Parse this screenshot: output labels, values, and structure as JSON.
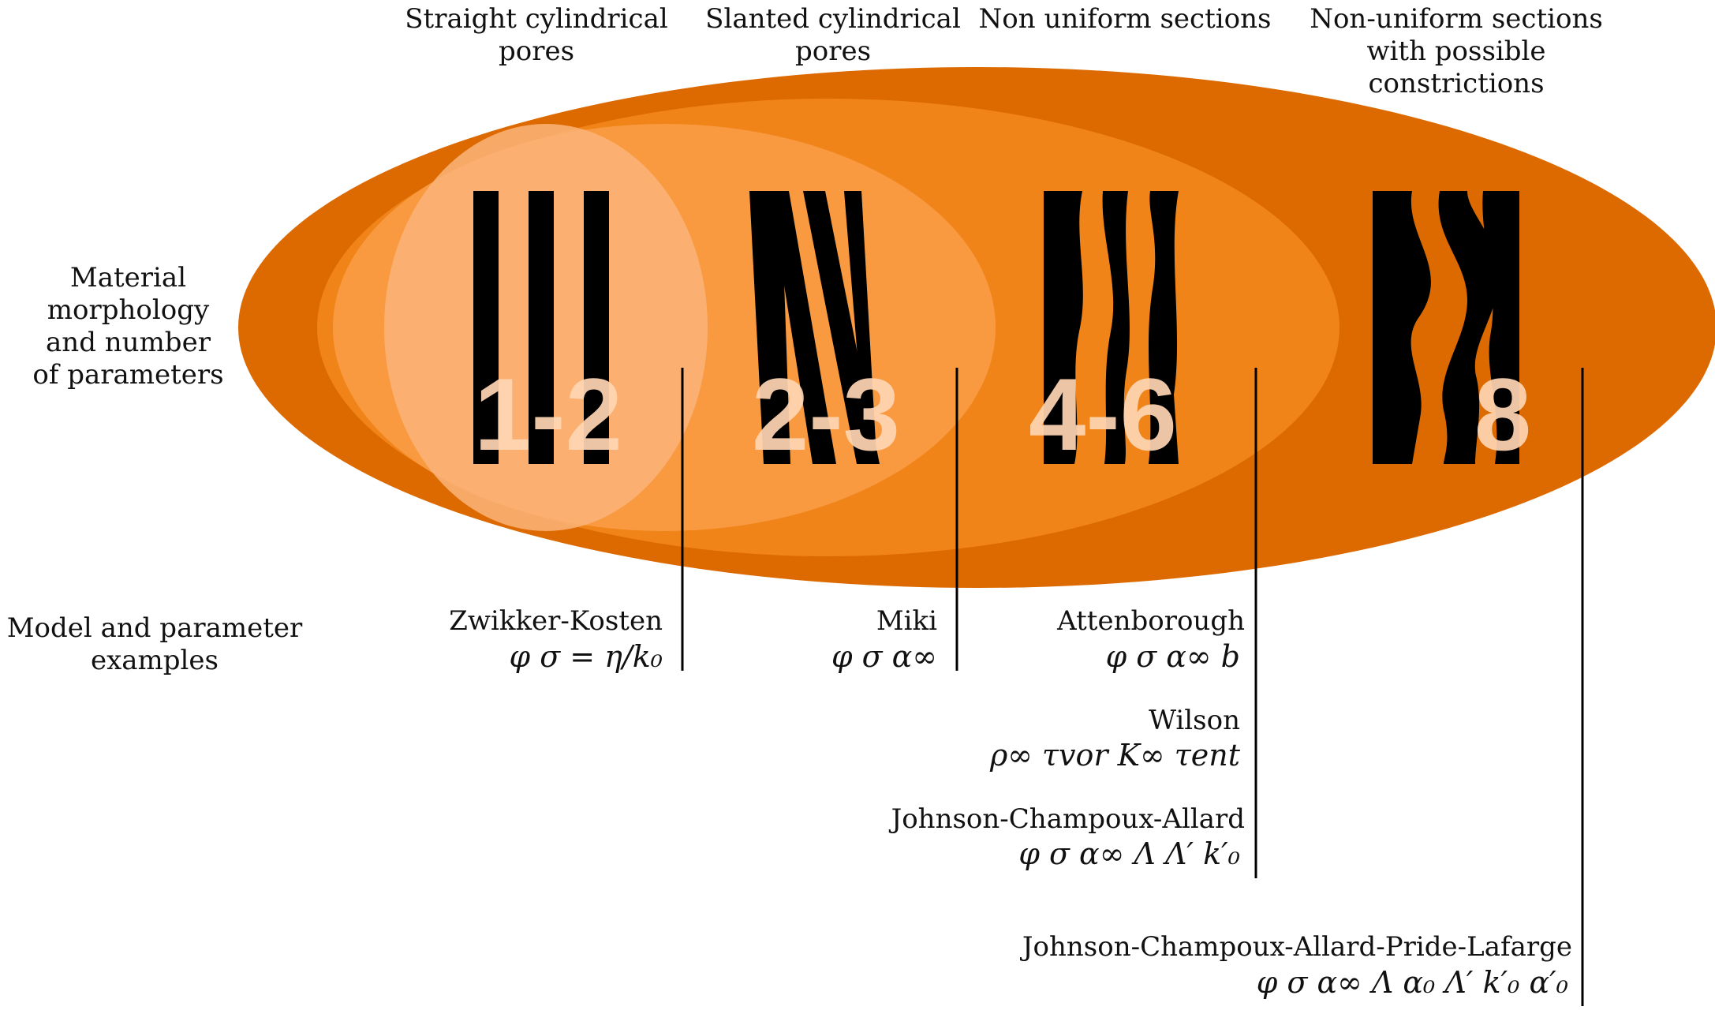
{
  "headers": [
    "Straight cylindrical\npores",
    "Slanted cylindrical\npores",
    "Non uniform sections",
    "Non-uniform sections\nwith possible\nconstrictions"
  ],
  "left_labels": {
    "morphology": "Material\nmorphology\nand number\nof parameters",
    "model": "Model and parameter\nexamples"
  },
  "param_counts": [
    "1-2",
    "2-3",
    "4-6",
    "8"
  ],
  "models": [
    {
      "name": "Zwikker-Kosten",
      "params": "φ σ = η/k₀"
    },
    {
      "name": "Miki",
      "params": "φ σ α∞"
    },
    {
      "name": "Attenborough",
      "params": "φ σ α∞ b"
    },
    {
      "name": "Wilson",
      "params": "ρ∞ τvor K∞ τent"
    },
    {
      "name": "Johnson-Champoux-Allard",
      "params": "φ σ α∞ Λ Λ′ k′₀"
    },
    {
      "name": "Johnson-Champoux-Allard-Pride-Lafarge",
      "params": "φ σ α∞ Λ α₀ Λ′ k′₀ α′₀"
    }
  ],
  "colors": {
    "ellipse_outer": "#dc6a00",
    "ellipse_mid": "#f08419",
    "ellipse_inner": "#fa9e49",
    "ellipse_core": "#fcb47a",
    "pores": "#000000",
    "numbers": "#ffd6b3"
  }
}
